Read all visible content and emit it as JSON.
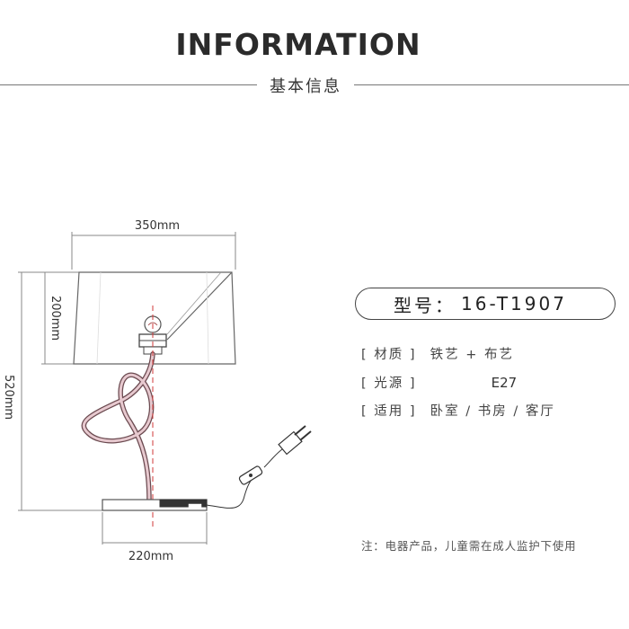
{
  "header": {
    "title": "INFORMATION",
    "subtitle": "基本信息"
  },
  "dimensions": {
    "top_width": "350mm",
    "shade_height": "200mm",
    "total_height": "520mm",
    "base_width": "220mm"
  },
  "model": {
    "label": "型号：",
    "value": "16-T1907"
  },
  "specs": [
    {
      "label": "[ 材质 ]",
      "value": "铁艺 + 布艺"
    },
    {
      "label": "[ 光源 ]",
      "value": "E27"
    },
    {
      "label": "[ 适用 ]",
      "value": "卧室 / 书房 / 客厅"
    }
  ],
  "note": "注：电器产品，儿童需在成人监护下使用",
  "colors": {
    "text": "#333333",
    "line": "#777777",
    "cord": "#b77a86",
    "centerline": "#d23a3a"
  }
}
